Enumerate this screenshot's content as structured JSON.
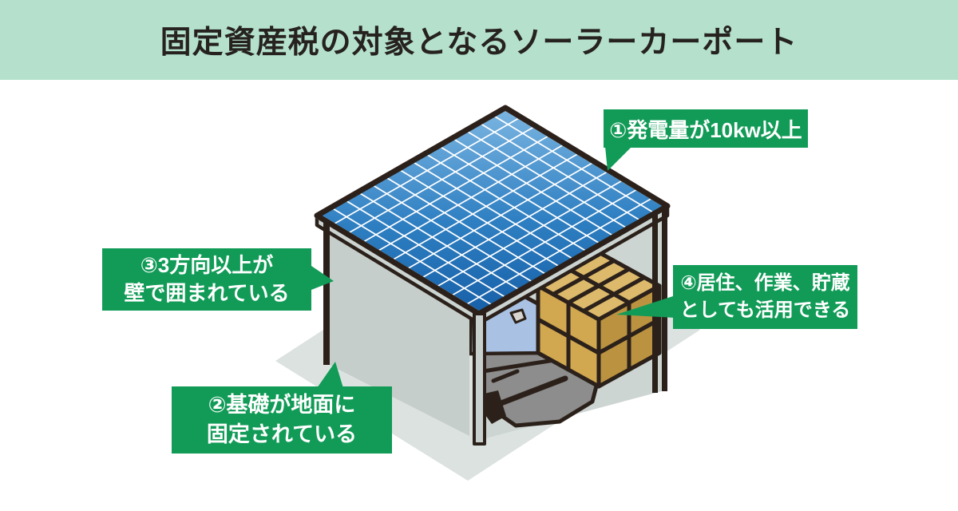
{
  "header": {
    "title": "固定資産税の対象となるソーラーカーポート"
  },
  "callouts": {
    "item1": {
      "lines": [
        "①発電量が10kw以上"
      ]
    },
    "item2": {
      "lines": [
        "②基礎が地面に",
        "固定されている"
      ]
    },
    "item3": {
      "lines": [
        "③3方向以上が",
        "壁で囲まれている"
      ]
    },
    "item4": {
      "lines": [
        "④居住、作業、貯蔵",
        "としても活用できる"
      ]
    }
  },
  "colors": {
    "header_bg": "#b5e1cc",
    "title_text": "#262220",
    "callout_green": "#119b57",
    "callout_text": "#ffffff",
    "outline": "#2b211a",
    "panel_dark": "#1760a8",
    "panel_mid": "#2e7fc2",
    "panel_light": "#7cb6e2",
    "panel_grid": "#ffffff",
    "roof_slab": "#ccd4d1",
    "ground": "#dbe2e0",
    "wall_left": "#c6cecb",
    "wall_inner": "#cdd5d2",
    "silhouette": "#a9b3ae",
    "post_gray": "#c9d1ce",
    "car_body": "#8d8d8d",
    "windshield": "#a9c2e4",
    "mirror": "#d8d4cf",
    "box_top": "#ddba6b",
    "box_left": "#d1a750",
    "box_right": "#bb9340"
  }
}
